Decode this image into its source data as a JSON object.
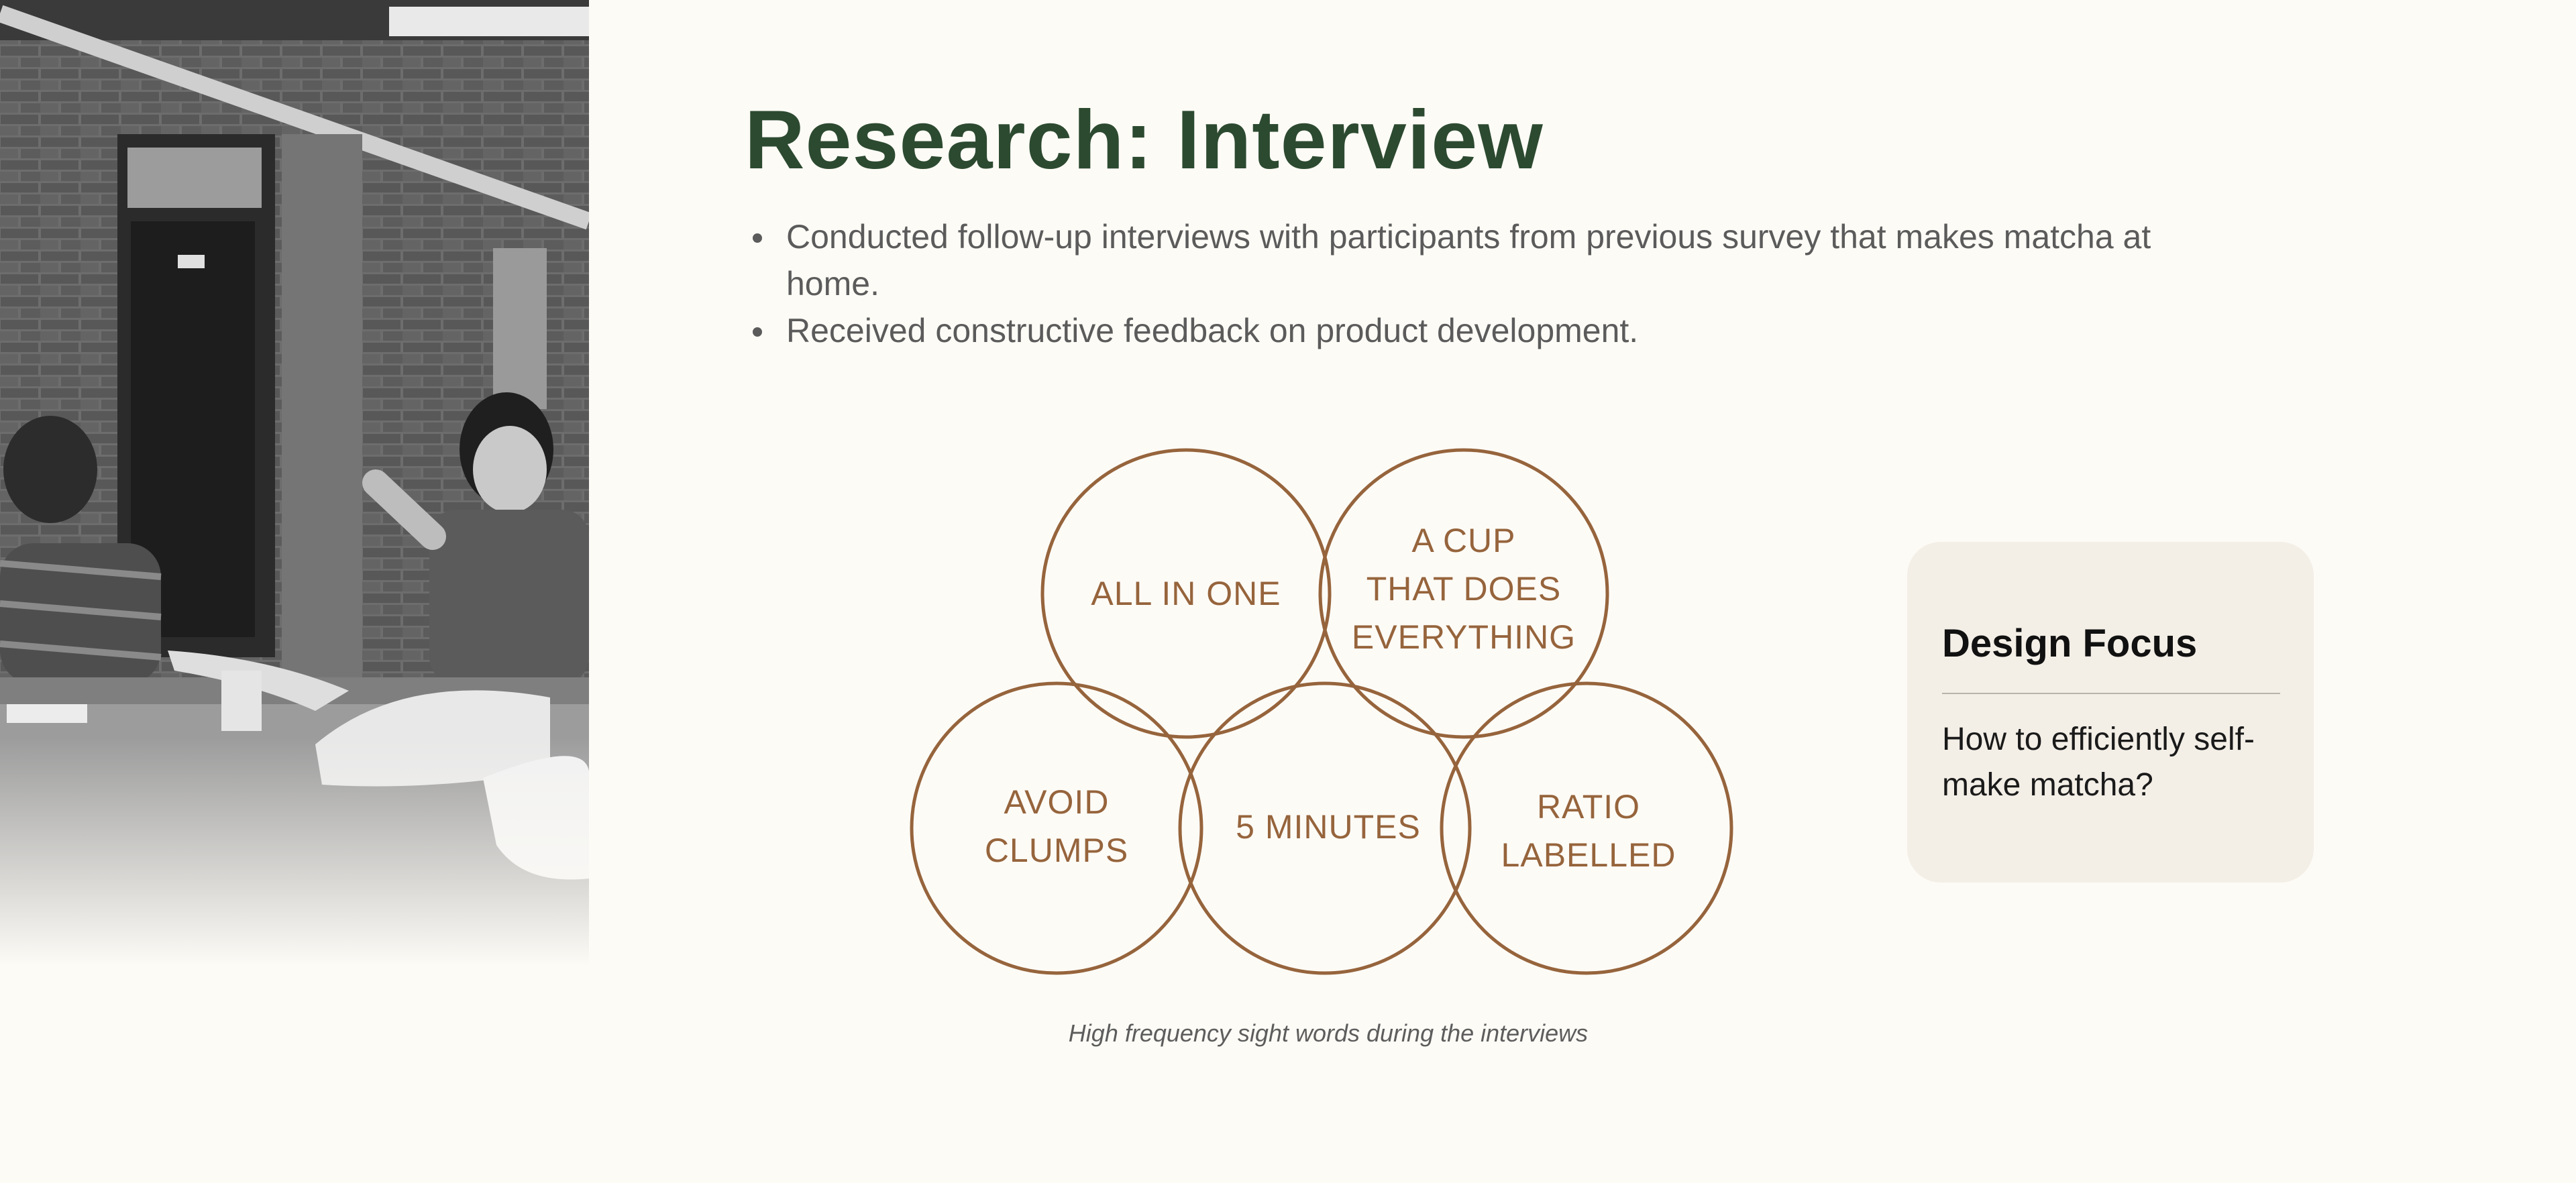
{
  "heading": {
    "title": "Research: Interview"
  },
  "bullets": [
    "Conducted follow-up interviews with participants from previous survey that makes matcha at home.",
    "Received constructive feedback on product development."
  ],
  "venn": {
    "circles": [
      {
        "lines": [
          "ALL IN ONE"
        ]
      },
      {
        "lines": [
          "A CUP",
          "THAT DOES",
          "EVERYTHING"
        ]
      },
      {
        "lines": [
          "AVOID",
          "CLUMPS"
        ]
      },
      {
        "lines": [
          "5 MINUTES"
        ]
      },
      {
        "lines": [
          "RATIO",
          "LABELLED"
        ]
      }
    ],
    "caption": "High frequency sight words during the interviews"
  },
  "design_focus": {
    "heading": "Design Focus",
    "body": "How to efficiently self-make matcha?"
  },
  "colors": {
    "title": "#2c4a30",
    "accent": "#96643c",
    "background": "#fdfbf6",
    "card": "#f3efe7"
  },
  "photo": {
    "icon": "interview-photo",
    "style": "grayscale"
  }
}
